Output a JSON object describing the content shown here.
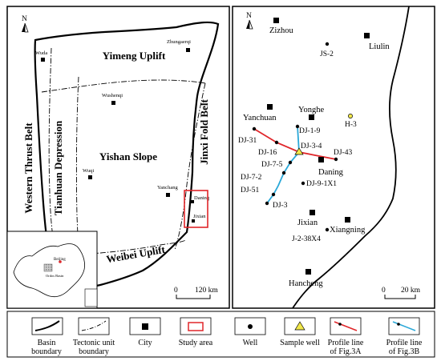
{
  "left_map": {
    "north": "N",
    "regions": {
      "yimeng": "Yimeng Uplift",
      "western": "Western Thrust Belt",
      "tianhuan": "Tianhuan Depression",
      "yishan": "Yishan Slope",
      "jinxi": "Jinxi Fold Belt",
      "weibei": "Weibei Uplift"
    },
    "cities": [
      "Wuda",
      "Zhungaerqi",
      "Wushenqi",
      "Wuqi",
      "Yanchang",
      "Daning",
      "Jixian"
    ],
    "inset": {
      "beijing": "Beijing",
      "ordos": "Ordos Basin"
    },
    "scale": {
      "zero": "0",
      "dist": "120 km"
    }
  },
  "right_map": {
    "north": "N",
    "cities": [
      "Zizhou",
      "Liulin",
      "Yanchuan",
      "Yonghe",
      "Daning",
      "Jixian",
      "Xiangning",
      "Hancheng"
    ],
    "wells": [
      "JS-2",
      "DJ-31",
      "DJ-1-9",
      "DJ-3-4",
      "DJ-43",
      "DJ-16",
      "DJ-7-5",
      "DJ-7-2",
      "DJ-9-1X1",
      "DJ-51",
      "DJ-3",
      "J-2-38X4"
    ],
    "sample_well": "H-3",
    "scale": {
      "zero": "0",
      "dist": "20 km"
    },
    "colors": {
      "profile_a": "#e0262a",
      "profile_b": "#2aa8d8",
      "study_area": "#e0262a",
      "sample_well": "#f2e84a"
    }
  },
  "legend": {
    "basin": [
      "Basin",
      "boundary"
    ],
    "tectonic": [
      "Tectonic unit",
      "boundary"
    ],
    "city": "City",
    "study": "Study area",
    "well": "Well",
    "sample": "Sample well",
    "profile_a": [
      "Profile line",
      "of Fig.3A"
    ],
    "profile_b": [
      "Profile line",
      "of Fig.3B"
    ]
  }
}
